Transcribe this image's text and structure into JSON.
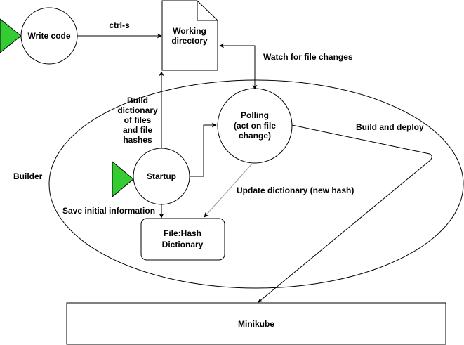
{
  "nodes": {
    "write_code": "Write code",
    "working_directory": [
      "Working",
      "directory"
    ],
    "polling": [
      "Polling",
      "(act on file",
      "change)"
    ],
    "startup": "Startup",
    "dictionary": [
      "File:Hash",
      "Dictionary"
    ],
    "minikube": "Minikube"
  },
  "labels": {
    "ctrl_s": "ctrl-s",
    "watch": "Watch for file changes",
    "build_dictionary": [
      "Build",
      "dictionary",
      "of files",
      "and file",
      "hashes"
    ],
    "build_deploy": "Build and deploy",
    "builder": "Builder",
    "update_dictionary": "Update dictionary (new hash)",
    "save_initial": "Save initial information"
  },
  "colors": {
    "start_marker": "#33cc33",
    "line": "#000000",
    "faded_line": "#999999"
  }
}
